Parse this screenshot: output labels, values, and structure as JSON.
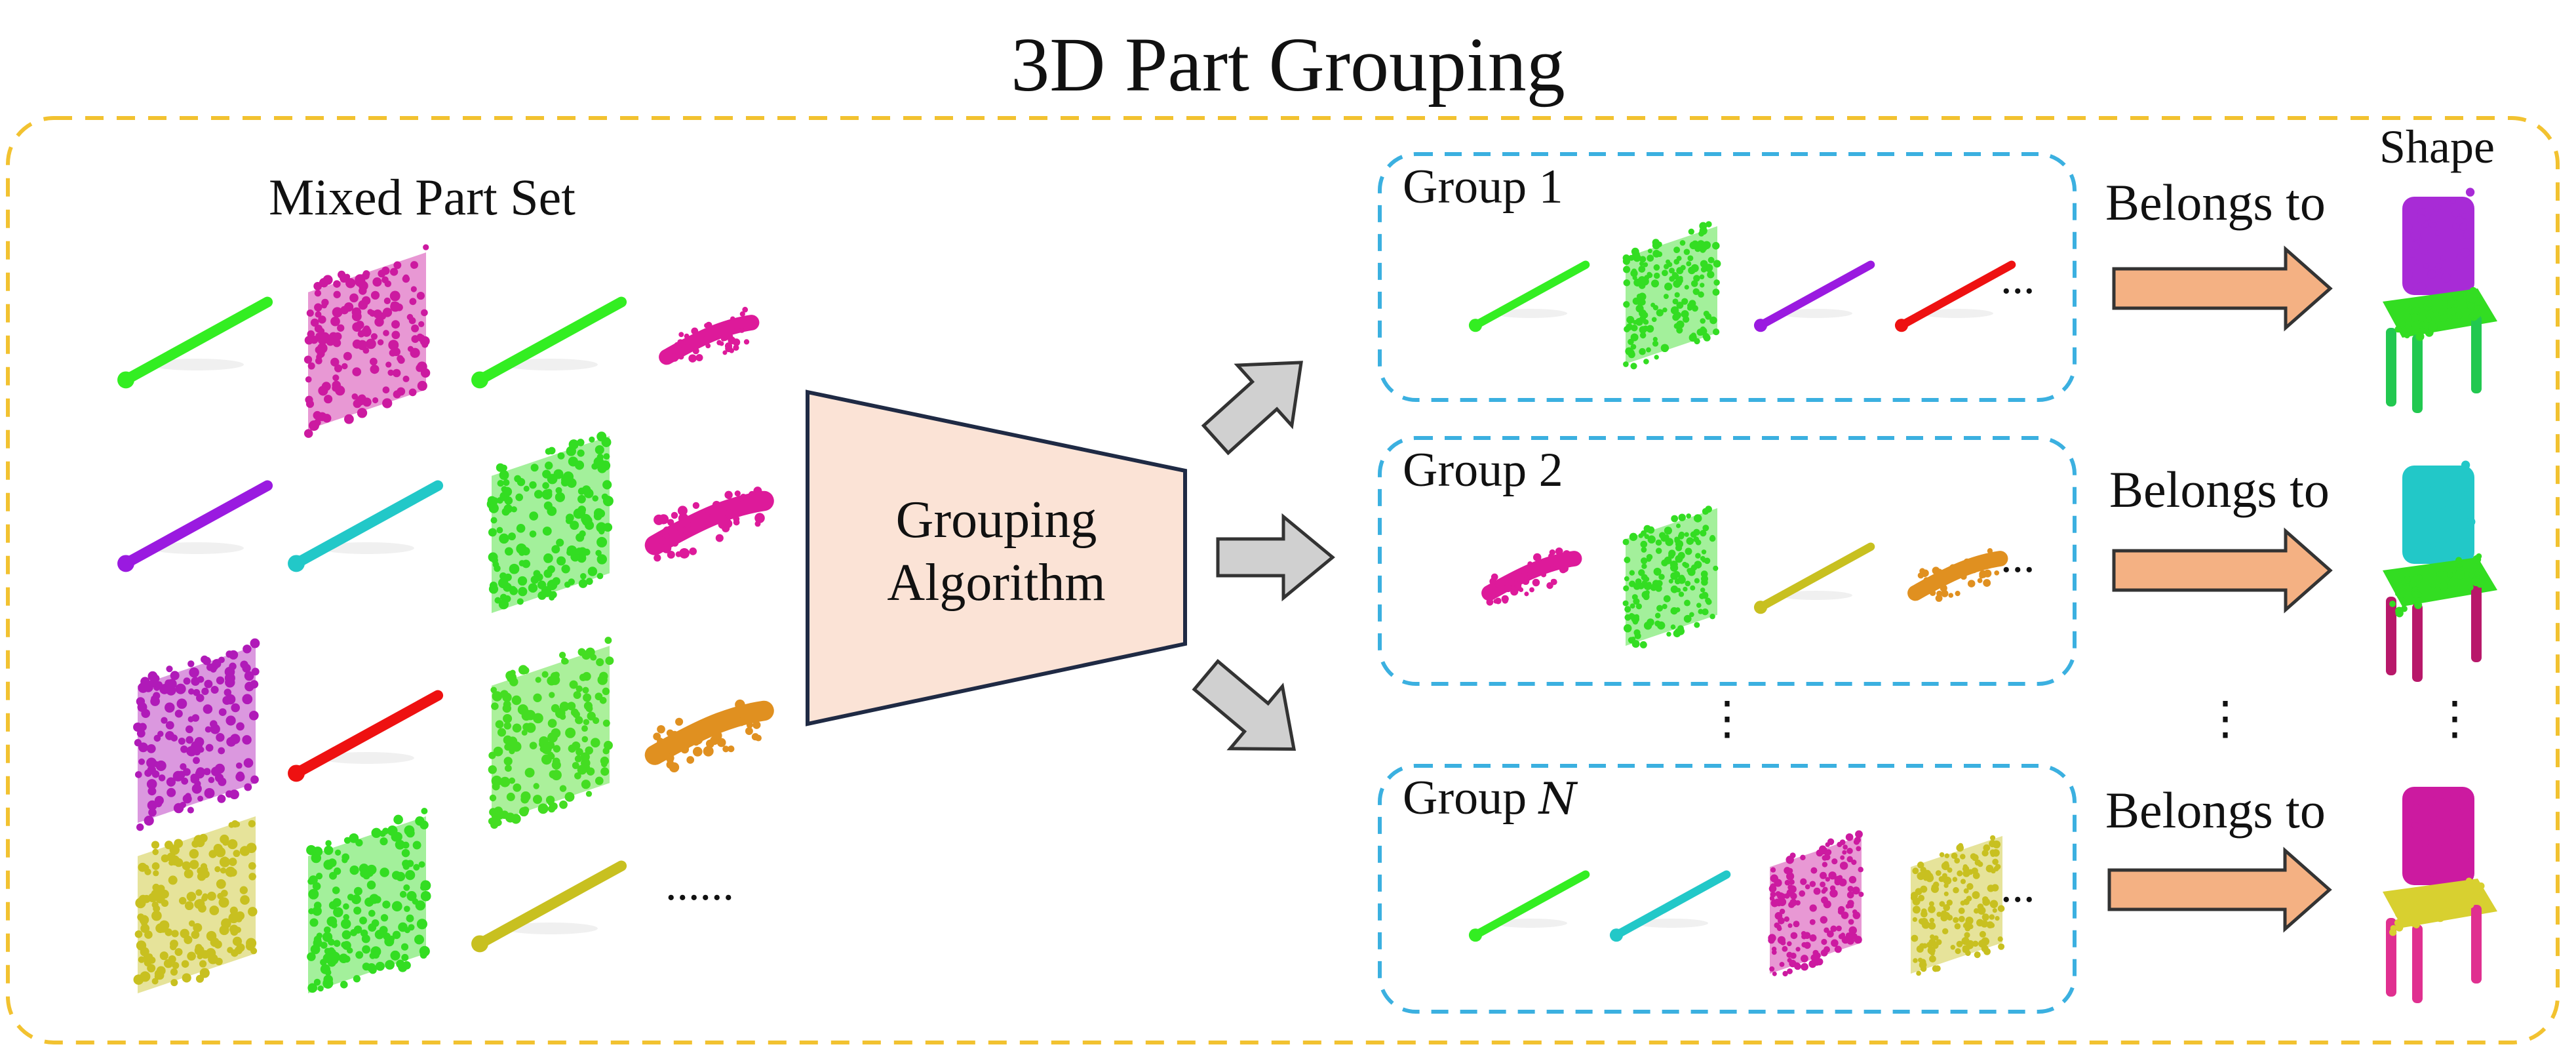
{
  "title": "3D Part Grouping",
  "mixed_part_set": {
    "label": "Mixed Part Set",
    "ellipsis": "......",
    "parts": [
      {
        "kind": "rod",
        "color": "#33ee22"
      },
      {
        "kind": "panel",
        "color": "#cc1aa0"
      },
      {
        "kind": "rod",
        "color": "#33ee22"
      },
      {
        "kind": "curved",
        "color": "#dd1a9a"
      },
      {
        "kind": "rod",
        "color": "#9a1ae0"
      },
      {
        "kind": "rod",
        "color": "#22c8c8"
      },
      {
        "kind": "panel",
        "color": "#33dd22"
      },
      {
        "kind": "curved",
        "color": "#dd1a9a"
      },
      {
        "kind": "panel",
        "color": "#b01ab8"
      },
      {
        "kind": "rod",
        "color": "#ee1111"
      },
      {
        "kind": "panel",
        "color": "#44dd22"
      },
      {
        "kind": "curved",
        "color": "#e09020"
      },
      {
        "kind": "panel",
        "color": "#c8c020"
      },
      {
        "kind": "panel",
        "color": "#33dd22"
      },
      {
        "kind": "rod",
        "color": "#c8c020"
      }
    ]
  },
  "algorithm": {
    "line1": "Grouping",
    "line2": "Algorithm",
    "fill": "#fbe3d6"
  },
  "groups": [
    {
      "label": "Group 1",
      "ellipsis": "...",
      "relation": "Belongs to",
      "parts": [
        {
          "kind": "rod",
          "color": "#33ee22"
        },
        {
          "kind": "panel",
          "color": "#33dd22"
        },
        {
          "kind": "rod",
          "color": "#9a1ae0"
        },
        {
          "kind": "rod",
          "color": "#ee1111"
        }
      ]
    },
    {
      "label": "Group 2",
      "ellipsis": "...",
      "relation": "Belongs to",
      "parts": [
        {
          "kind": "curved",
          "color": "#dd1a9a"
        },
        {
          "kind": "panel",
          "color": "#33dd22"
        },
        {
          "kind": "rod",
          "color": "#c8c020"
        },
        {
          "kind": "curved",
          "color": "#e09020"
        }
      ]
    },
    {
      "label_prefix": "Group ",
      "label_var": "N",
      "ellipsis": "...",
      "relation": "Belongs to",
      "parts": [
        {
          "kind": "rod",
          "color": "#33ee22"
        },
        {
          "kind": "rod",
          "color": "#22c8c8"
        },
        {
          "kind": "panel",
          "color": "#cc1aa0"
        },
        {
          "kind": "panel",
          "color": "#c8c020"
        }
      ]
    }
  ],
  "shape_label": "Shape",
  "vertical_ellipsis": "⋮",
  "colors": {
    "outer_border": "#f2c230",
    "group_border": "#3bb0e0",
    "arrow_fill": "#f4b183",
    "gray_arrow": "#d0d0d0",
    "algo_stroke": "#1f2a44"
  }
}
